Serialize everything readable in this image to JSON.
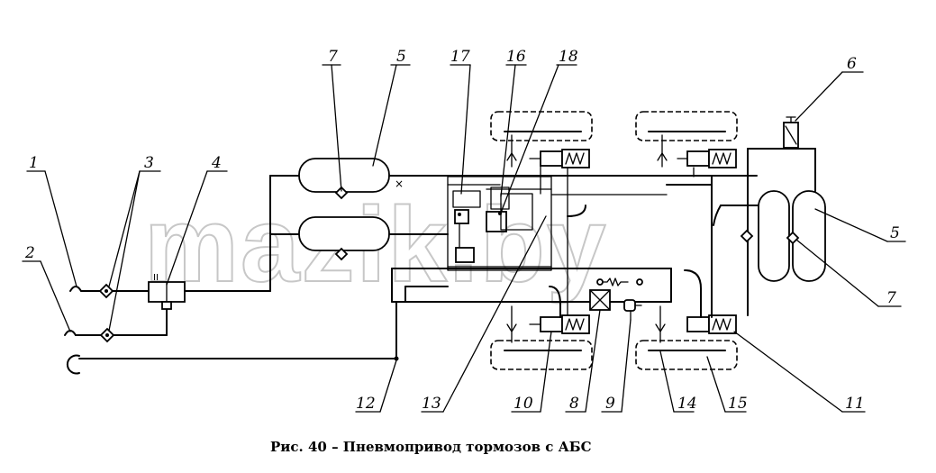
{
  "figure": {
    "caption": "Рис. 40 – Пневмопривод тормозов с АБС",
    "watermark": "mazik.by",
    "labels": [
      {
        "id": "label-1",
        "text": "1"
      },
      {
        "id": "label-2",
        "text": "2"
      },
      {
        "id": "label-3",
        "text": "3"
      },
      {
        "id": "label-4",
        "text": "4"
      },
      {
        "id": "label-7-top",
        "text": "7"
      },
      {
        "id": "label-5-top",
        "text": "5"
      },
      {
        "id": "label-17",
        "text": "17"
      },
      {
        "id": "label-16",
        "text": "16"
      },
      {
        "id": "label-18",
        "text": "18"
      },
      {
        "id": "label-6",
        "text": "6"
      },
      {
        "id": "label-5-right",
        "text": "5"
      },
      {
        "id": "label-7-right",
        "text": "7"
      },
      {
        "id": "label-12",
        "text": "12"
      },
      {
        "id": "label-13",
        "text": "13"
      },
      {
        "id": "label-10",
        "text": "10"
      },
      {
        "id": "label-8",
        "text": "8"
      },
      {
        "id": "label-9",
        "text": "9"
      },
      {
        "id": "label-14",
        "text": "14"
      },
      {
        "id": "label-15",
        "text": "15"
      },
      {
        "id": "label-11",
        "text": "11"
      }
    ],
    "valve4_mark": "II"
  }
}
